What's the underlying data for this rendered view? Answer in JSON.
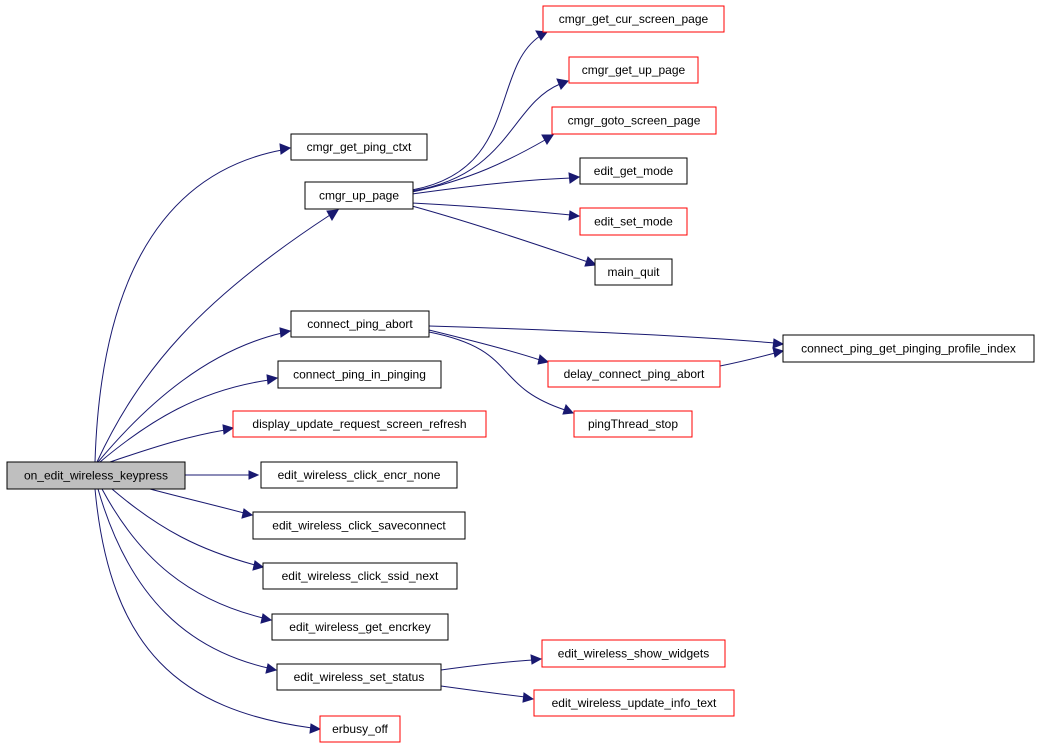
{
  "nodes": {
    "root": "on_edit_wireless_keypress",
    "cmgr_get_ping_ctxt": "cmgr_get_ping_ctxt",
    "cmgr_up_page": "cmgr_up_page",
    "cmgr_get_cur_screen_page": "cmgr_get_cur_screen_page",
    "cmgr_get_up_page": "cmgr_get_up_page",
    "cmgr_goto_screen_page": "cmgr_goto_screen_page",
    "edit_get_mode": "edit_get_mode",
    "edit_set_mode": "edit_set_mode",
    "main_quit": "main_quit",
    "connect_ping_abort": "connect_ping_abort",
    "connect_ping_get_pinging_profile_index": "connect_ping_get_pinging_profile_index",
    "delay_connect_ping_abort": "delay_connect_ping_abort",
    "pingThread_stop": "pingThread_stop",
    "connect_ping_in_pinging": "connect_ping_in_pinging",
    "display_update_request_screen_refresh": "display_update_request_screen_refresh",
    "edit_wireless_click_encr_none": "edit_wireless_click_encr_none",
    "edit_wireless_click_saveconnect": "edit_wireless_click_saveconnect",
    "edit_wireless_click_ssid_next": "edit_wireless_click_ssid_next",
    "edit_wireless_get_encrkey": "edit_wireless_get_encrkey",
    "edit_wireless_set_status": "edit_wireless_set_status",
    "edit_wireless_show_widgets": "edit_wireless_show_widgets",
    "edit_wireless_update_info_text": "edit_wireless_update_info_text",
    "erbusy_off": "erbusy_off"
  },
  "colors": {
    "edge": "#191970",
    "root_fill": "#bfbfbf",
    "documented_border": "#000000",
    "undocumented_border": "#ff0000"
  }
}
